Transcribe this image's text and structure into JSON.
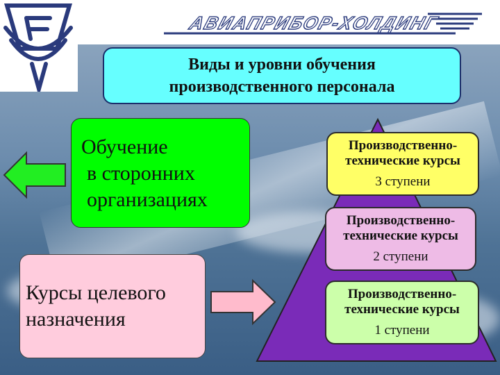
{
  "header": {
    "brand_text": "АВИАПРИБОР-ХОЛДИНГ"
  },
  "title": {
    "line1": "Виды и уровни обучения",
    "line2": "производственного персонала"
  },
  "external_training": {
    "line1": "Обучение",
    "line2": "в сторонних",
    "line3": "организациях"
  },
  "target_courses": {
    "line1": "Курсы целевого",
    "line2": "назначения"
  },
  "pyramid_levels": [
    {
      "line1": "Производственно-",
      "line2": "технические курсы",
      "level": "3 ступени",
      "color": "#ffff66"
    },
    {
      "line1": "Производственно-",
      "line2": "технические курсы",
      "level": "2 ступени",
      "color": "#eebbe6"
    },
    {
      "line1": "Производственно-",
      "line2": "технические курсы",
      "level": "1 ступени",
      "color": "#ccffaa"
    }
  ],
  "colors": {
    "title_bg": "#66ffff",
    "green_box": "#00ff00",
    "pink_box": "#ffccdd",
    "pyramid": "#7a2bb8",
    "arrow_left": "#22ee22",
    "arrow_right": "#ffbbcc"
  },
  "icons": {
    "logo": "company-emblem-icon",
    "arrow_left": "arrow-left-icon",
    "arrow_right": "arrow-right-icon"
  }
}
